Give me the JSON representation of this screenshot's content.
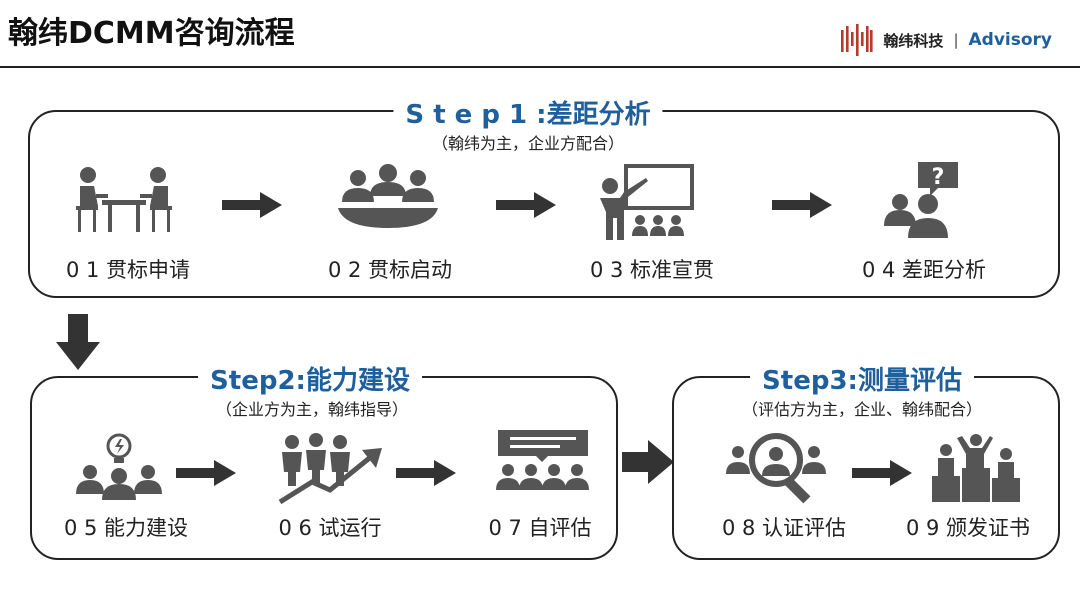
{
  "header": {
    "title": "翰纬DCMM咨询流程",
    "brand_cn": "翰纬科技",
    "brand_sep": "|",
    "brand_en": "Advisory",
    "brand_color": "#1f5f9c"
  },
  "step1": {
    "title": "S t e p 1 :差距分析",
    "subtitle": "（翰纬为主，企业方配合）",
    "items": [
      {
        "label": "0 1 贯标申请",
        "icon": "meeting-table-icon"
      },
      {
        "label": "0 2 贯标启动",
        "icon": "group-kickoff-icon"
      },
      {
        "label": "0 3 标准宣贯",
        "icon": "presentation-icon"
      },
      {
        "label": "0 4 差距分析",
        "icon": "question-people-icon"
      }
    ]
  },
  "step2": {
    "title": "Step2:能力建设",
    "subtitle": "（企业方为主，翰纬指导）",
    "items": [
      {
        "label": "0 5 能力建设",
        "icon": "lightbulb-team-icon"
      },
      {
        "label": "0 6 试运行",
        "icon": "growth-team-icon"
      },
      {
        "label": "0 7 自评估",
        "icon": "discussion-group-icon"
      }
    ]
  },
  "step3": {
    "title": "Step3:测量评估",
    "subtitle": "（评估方为主，企业、翰纬配合）",
    "items": [
      {
        "label": "0 8 认证评估",
        "icon": "magnifier-people-icon"
      },
      {
        "label": "0 9 颁发证书",
        "icon": "podium-winners-icon"
      }
    ]
  }
}
